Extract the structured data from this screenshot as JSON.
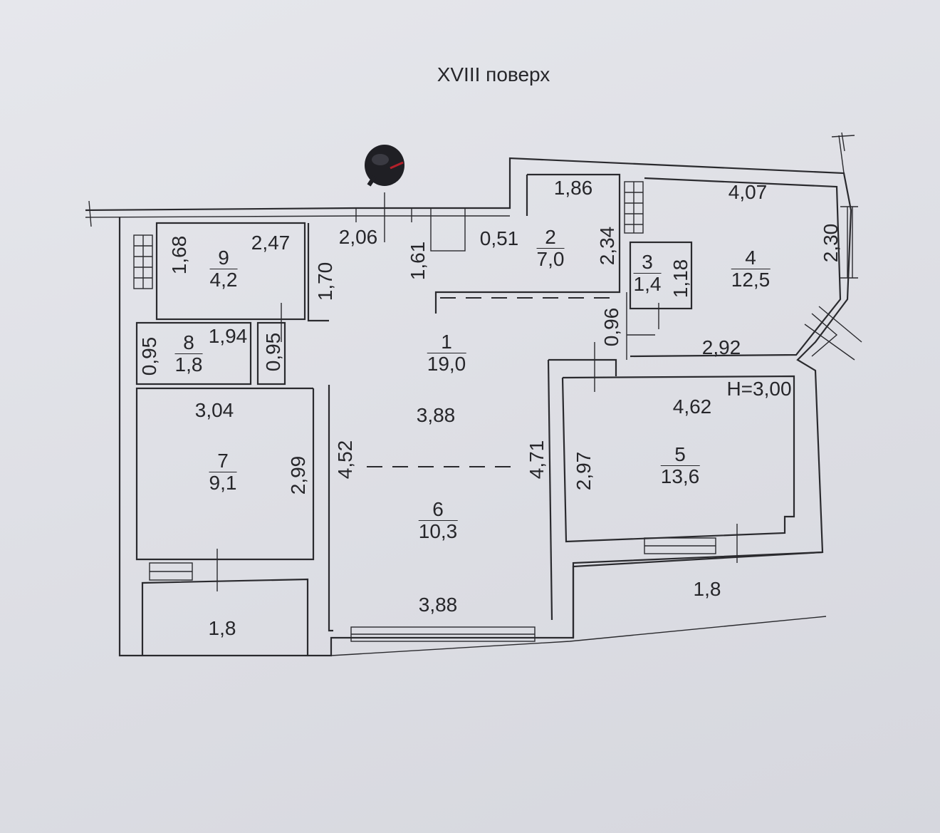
{
  "title": "XVIII поверх",
  "room_height": "H=3,00",
  "rooms": [
    {
      "number": "1",
      "area": "19,0"
    },
    {
      "number": "2",
      "area": "7,0"
    },
    {
      "number": "3",
      "area": "1,4"
    },
    {
      "number": "4",
      "area": "12,5"
    },
    {
      "number": "5",
      "area": "13,6"
    },
    {
      "number": "6",
      "area": "10,3"
    },
    {
      "number": "7",
      "area": "9,1"
    },
    {
      "number": "8",
      "area": "1,8"
    },
    {
      "number": "9",
      "area": "4,2"
    }
  ],
  "balconies": {
    "left": "1,8",
    "right": "1,8"
  },
  "dimensions": {
    "r9_height": "1,68",
    "r9_width": "2,47",
    "corridor_top": "2,06",
    "corridor_left": "1,70",
    "corridor_right": "1,61",
    "r2_top": "1,86",
    "r2_offset": "0,51",
    "r2_height": "2,34",
    "r3_height": "1,18",
    "r3_gap": "0,96",
    "r4_top": "4,07",
    "r4_side": "2,30",
    "r4_bottom": "2,92",
    "r8_left": "0,95",
    "r8_width": "1,94",
    "r8_right": "0,95",
    "r7_width": "3,04",
    "r7_height": "2,99",
    "r1_width": "3,88",
    "r6_left": "4,52",
    "r6_right": "4,71",
    "r6_bottom": "3,88",
    "r5_width": "4,62",
    "r5_height": "2,97"
  }
}
